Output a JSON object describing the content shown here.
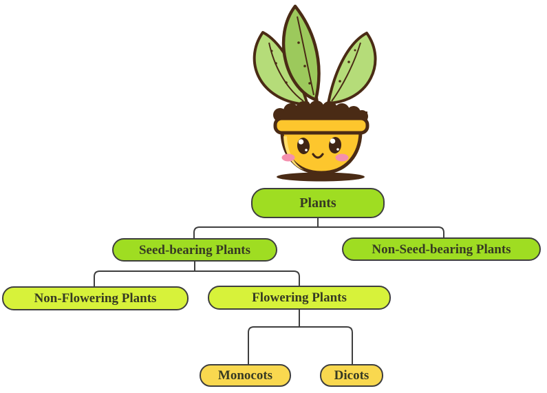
{
  "illustration": {
    "name": "potted-plant-illustration",
    "description": "cute kawaii potted plant with three leaves, smiling yellow pot"
  },
  "nodes": {
    "plants": {
      "label": "Plants",
      "fill": "#9fdd22"
    },
    "seed": {
      "label": "Seed-bearing Plants",
      "fill": "#9fdd22"
    },
    "nonseed": {
      "label": "Non-Seed-bearing Plants",
      "fill": "#9fdd22"
    },
    "nonflower": {
      "label": "Non-Flowering Plants",
      "fill": "#d7f23a"
    },
    "flower": {
      "label": "Flowering Plants",
      "fill": "#d7f23a"
    },
    "monocots": {
      "label": "Monocots",
      "fill": "#f9d84f"
    },
    "dicots": {
      "label": "Dicots",
      "fill": "#f9d84f"
    }
  },
  "hierarchy": {
    "Plants": [
      "Seed-bearing Plants",
      "Non-Seed-bearing Plants"
    ],
    "Seed-bearing Plants": [
      "Non-Flowering Plants",
      "Flowering Plants"
    ],
    "Flowering Plants": [
      "Monocots",
      "Dicots"
    ]
  },
  "colors": {
    "background": "#ffffff",
    "node_border": "#3e3e3e",
    "connector_line": "#3e3e3e",
    "node_text": "#363a23",
    "green_bright": "#9fdd22",
    "green_yellow": "#d7f23a",
    "yellow": "#f9d84f",
    "pot_yellow": "#fdc62d",
    "leaf_green": "#9cc95c",
    "outline_brown": "#4a2b15"
  }
}
